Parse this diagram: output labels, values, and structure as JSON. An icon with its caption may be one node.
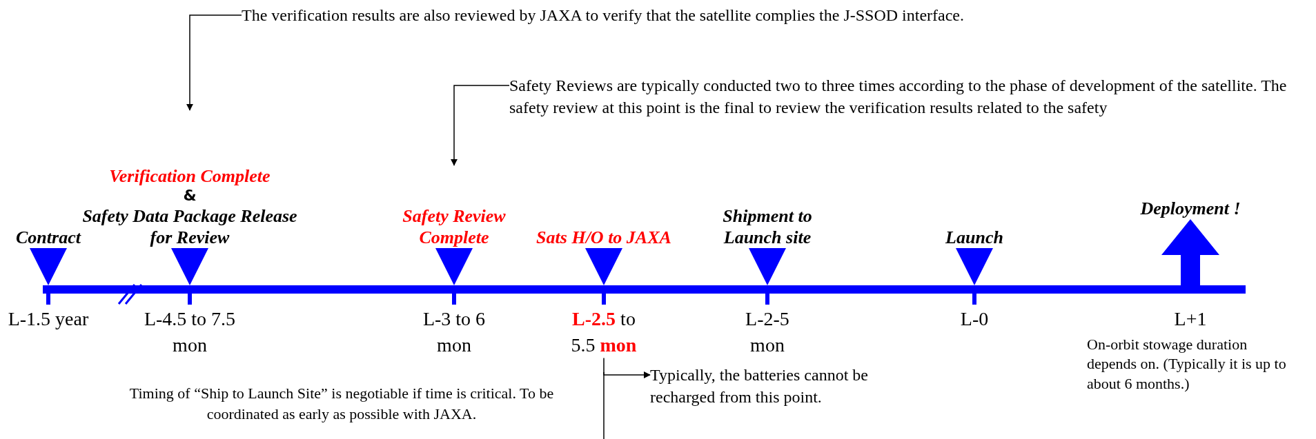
{
  "diagram": {
    "nodes": [
      {
        "text": [
          "Contract"
        ],
        "beside": [
          "L-1.5 year"
        ]
      },
      {
        "text": [
          "Verification Complete",
          "&",
          "Safety Data Package Release for Review"
        ],
        "beside": [
          "L-4.5 to 7.5 mon"
        ]
      },
      {
        "text": [
          "Safety Review Complete"
        ],
        "beside": [
          "L-3 to 6 mon"
        ]
      },
      {
        "text": [
          "Sats  H/O to JAXA"
        ],
        "beside": [
          "**L-2.5** to 5.5 **mon**"
        ]
      },
      {
        "text": [
          "Shipment to Launch site"
        ],
        "beside": [
          "L-2-5 mon"
        ]
      },
      {
        "text": [
          "Launch"
        ],
        "beside": [
          "L-0"
        ]
      },
      {
        "text": [
          "Deployment !"
        ],
        "beside": [
          "L+1",
          "On-orbit stowage duration depends on. (Typically it is up to about 6 months.)"
        ]
      },
      {
        "text": [
          "The verification results are also reviewed by JAXA to verify that the satellite complies the J-SSOD interface."
        ]
      },
      {
        "text": [
          "Safety Reviews are typically conducted two to three times according to the phase of development of the satellite. The safety review at this point is the final to review the verification results related to the safety"
        ]
      },
      {
        "text": [
          "Typically, the batteries cannot be recharged from this point."
        ]
      }
    ],
    "edges": [
      {
        "from": 7,
        "to": 1,
        "arrow": "to"
      },
      {
        "from": 8,
        "to": 2,
        "arrow": "to"
      },
      {
        "from": 3,
        "to": 9,
        "arrow": "to"
      }
    ],
    "labels": [
      "Timing of “Ship to Launch Site” is negotiable if time is critical. To be coordinated as early as possible with JAXA."
    ]
  }
}
